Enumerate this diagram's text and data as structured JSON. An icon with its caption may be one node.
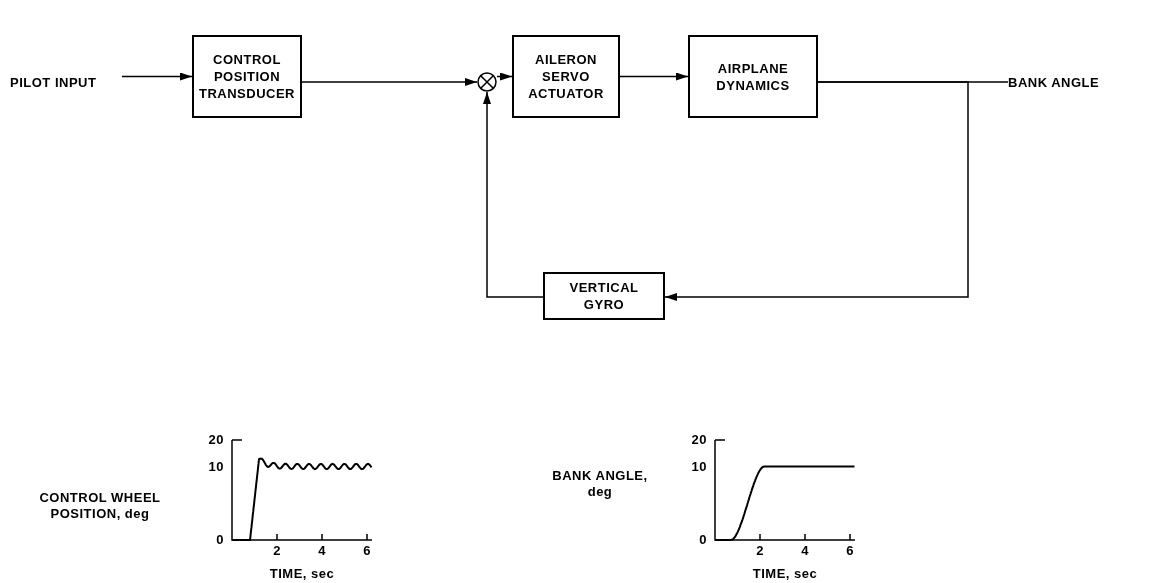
{
  "diagram": {
    "nodes": [
      {
        "text": [
          "PILOT INPUT"
        ]
      },
      {
        "text": [
          "CONTROL POSITION TRANSDUCER"
        ]
      },
      {
        "text": [],
        "shape": "circle"
      },
      {
        "text": [
          "AILERON SERVO ACTUATOR"
        ]
      },
      {
        "text": [
          "AIRPLANE DYNAMICS"
        ]
      },
      {
        "text": [
          "BANK ANGLE"
        ]
      },
      {
        "text": [
          "VERTICAL GYRO"
        ]
      }
    ],
    "edges": [
      {
        "from": 0,
        "to": 1,
        "arrow": "to"
      },
      {
        "from": 1,
        "to": 2,
        "arrow": "to"
      },
      {
        "from": 2,
        "to": 3,
        "arrow": "to"
      },
      {
        "from": 3,
        "to": 4,
        "arrow": "to"
      },
      {
        "from": 4,
        "to": 5,
        "arrow": "none"
      },
      {
        "from": 4,
        "to": 6,
        "arrow": "to"
      },
      {
        "from": 6,
        "to": 2,
        "arrow": "to"
      }
    ],
    "labels": [
      "CONTROL WHEEL POSITION, deg",
      "20",
      "10",
      "0",
      "2",
      "4",
      "6",
      "TIME, sec",
      "BANK ANGLE, deg",
      "20",
      "10",
      "0",
      "2",
      "4",
      "6",
      "TIME, sec"
    ]
  }
}
